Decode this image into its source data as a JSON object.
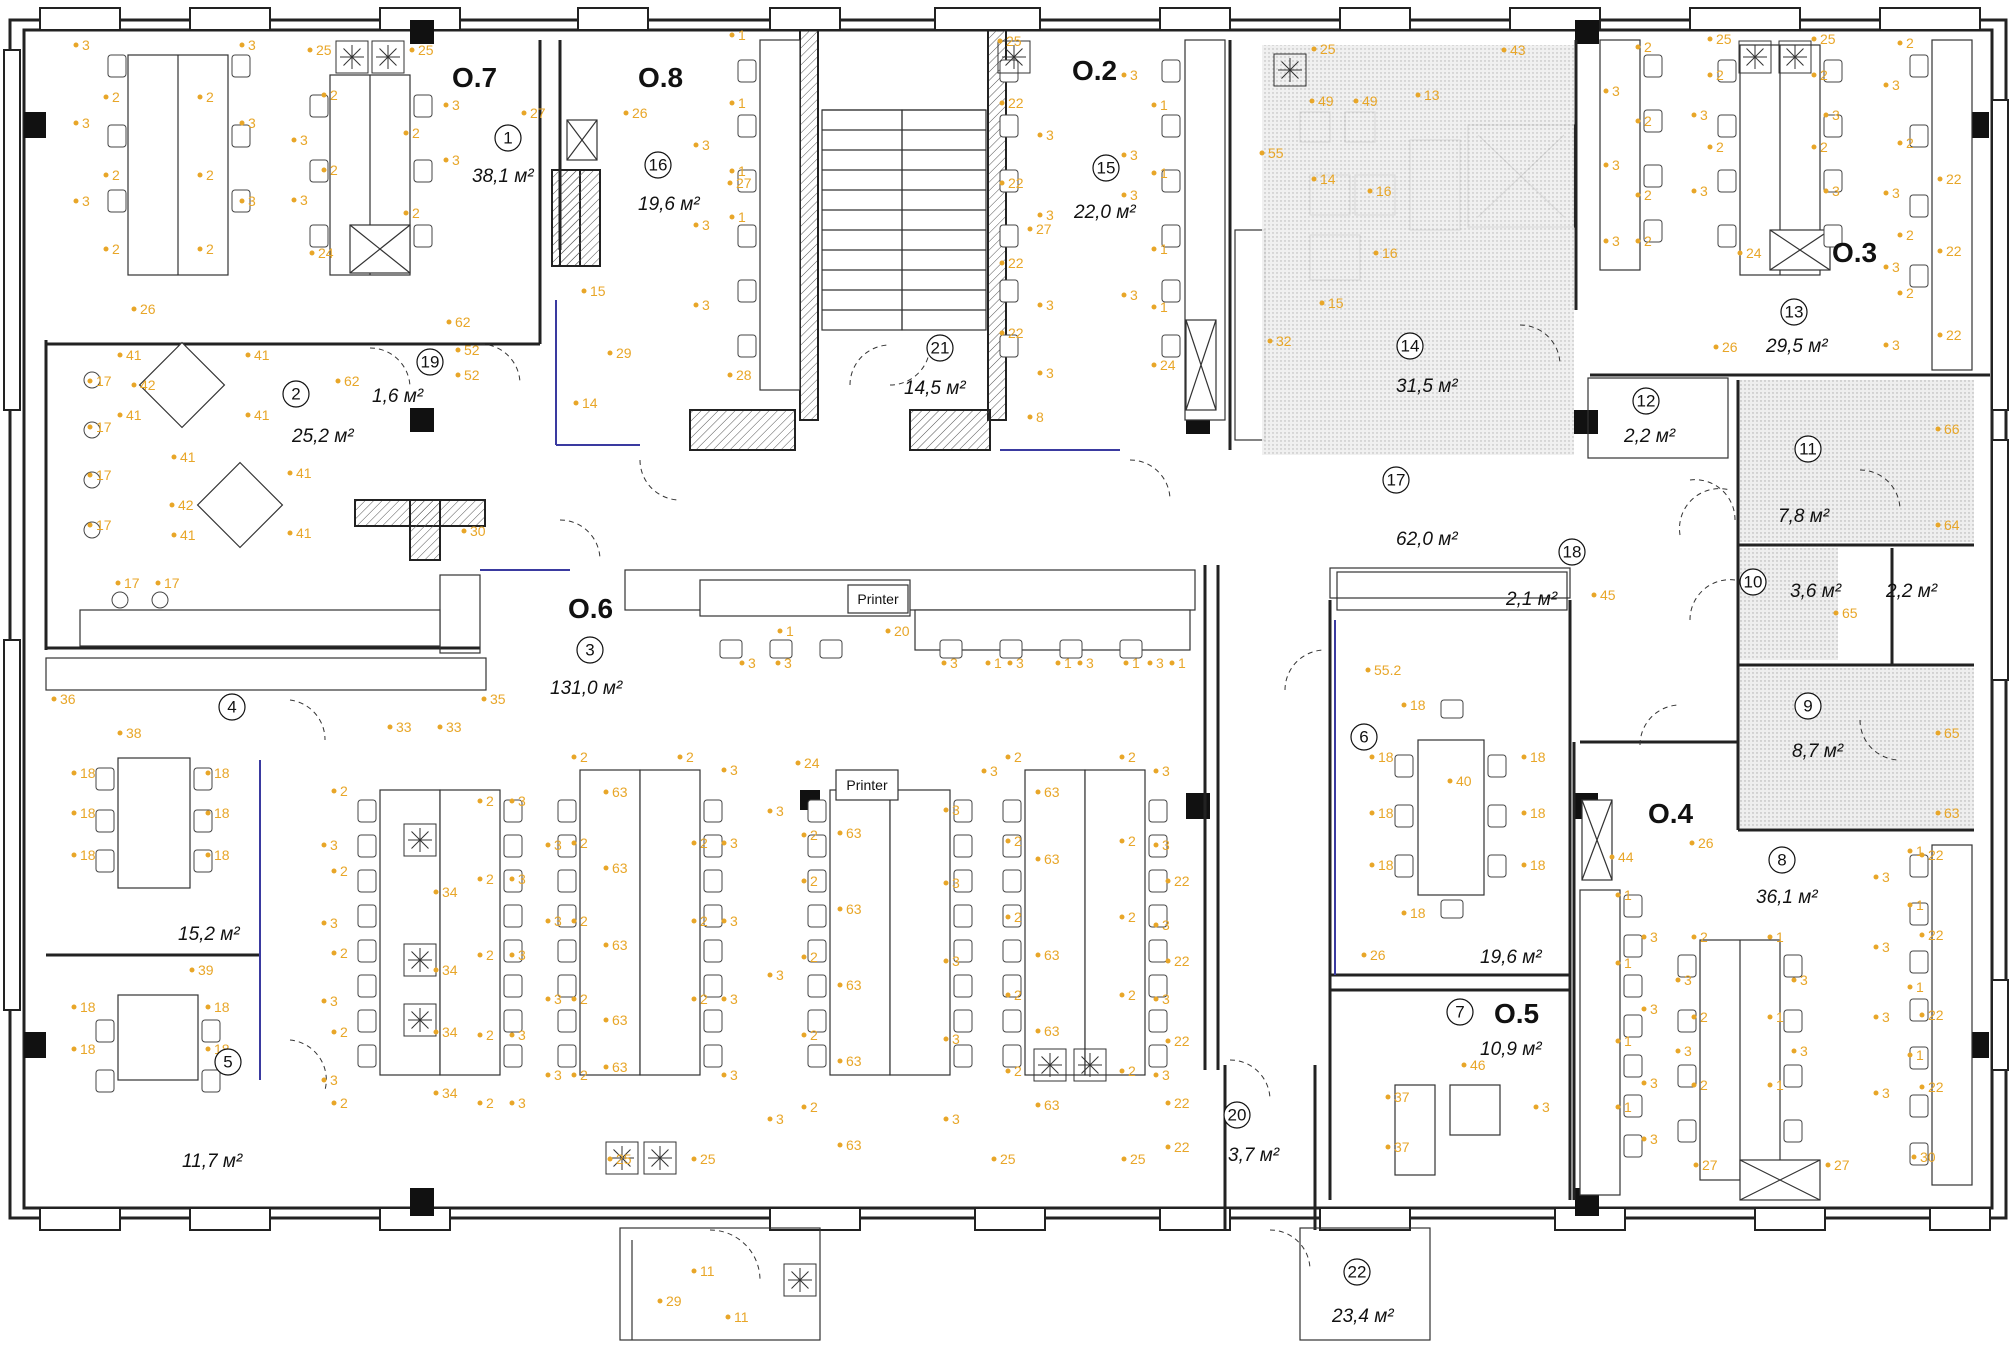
{
  "zones": [
    {
      "id": "z07",
      "label": "O.7"
    },
    {
      "id": "z08",
      "label": "O.8"
    },
    {
      "id": "z02",
      "label": "O.2"
    },
    {
      "id": "z03",
      "label": "O.3"
    },
    {
      "id": "z06",
      "label": "O.6"
    },
    {
      "id": "z04",
      "label": "O.4"
    },
    {
      "id": "z05",
      "label": "O.5"
    }
  ],
  "rooms": [
    {
      "num": "1",
      "area": "38,1 м²"
    },
    {
      "num": "2",
      "area": "25,2 м²"
    },
    {
      "num": "3",
      "area": "131,0 м²"
    },
    {
      "num": "4",
      "area": "15,2 м²"
    },
    {
      "num": "5",
      "area": "11,7 м²"
    },
    {
      "num": "6",
      "area": "19,6 м²"
    },
    {
      "num": "7",
      "area": "10,9 м²"
    },
    {
      "num": "8",
      "area": "36,1 м²"
    },
    {
      "num": "9",
      "area": "8,7 м²"
    },
    {
      "num": "10",
      "area": "3,6 м²"
    },
    {
      "num": "10b",
      "area": "2,2 м²"
    },
    {
      "num": "11",
      "area": "7,8 м²"
    },
    {
      "num": "12",
      "area": "2,2 м²"
    },
    {
      "num": "13",
      "area": "29,5 м²"
    },
    {
      "num": "14",
      "area": "31,5 м²"
    },
    {
      "num": "15",
      "area": "22,0 м²"
    },
    {
      "num": "16",
      "area": "19,6 м²"
    },
    {
      "num": "17",
      "area": "62,0 м²"
    },
    {
      "num": "18",
      "area": "2,1 м²"
    },
    {
      "num": "19",
      "area": "1,6 м²"
    },
    {
      "num": "20",
      "area": "3,7 м²"
    },
    {
      "num": "21",
      "area": "14,5 м²"
    },
    {
      "num": "22",
      "area": "23,4 м²"
    }
  ],
  "printers": [
    "Printer",
    "Printer"
  ],
  "furniture_labels": [
    "1",
    "2",
    "3",
    "11",
    "14",
    "15",
    "16",
    "17",
    "18",
    "20",
    "22",
    "24",
    "25",
    "26",
    "27",
    "28",
    "29",
    "30",
    "32",
    "33",
    "34",
    "35",
    "36",
    "37",
    "38",
    "39",
    "40",
    "41",
    "42",
    "43",
    "44",
    "45",
    "46",
    "49",
    "52",
    "55",
    "55.2",
    "62",
    "63",
    "64",
    "65",
    "66"
  ],
  "colors": {
    "label": "#e8a628",
    "wall": "#222222",
    "partition": "#3a3aa0",
    "hatch": "#bbbbbb"
  }
}
